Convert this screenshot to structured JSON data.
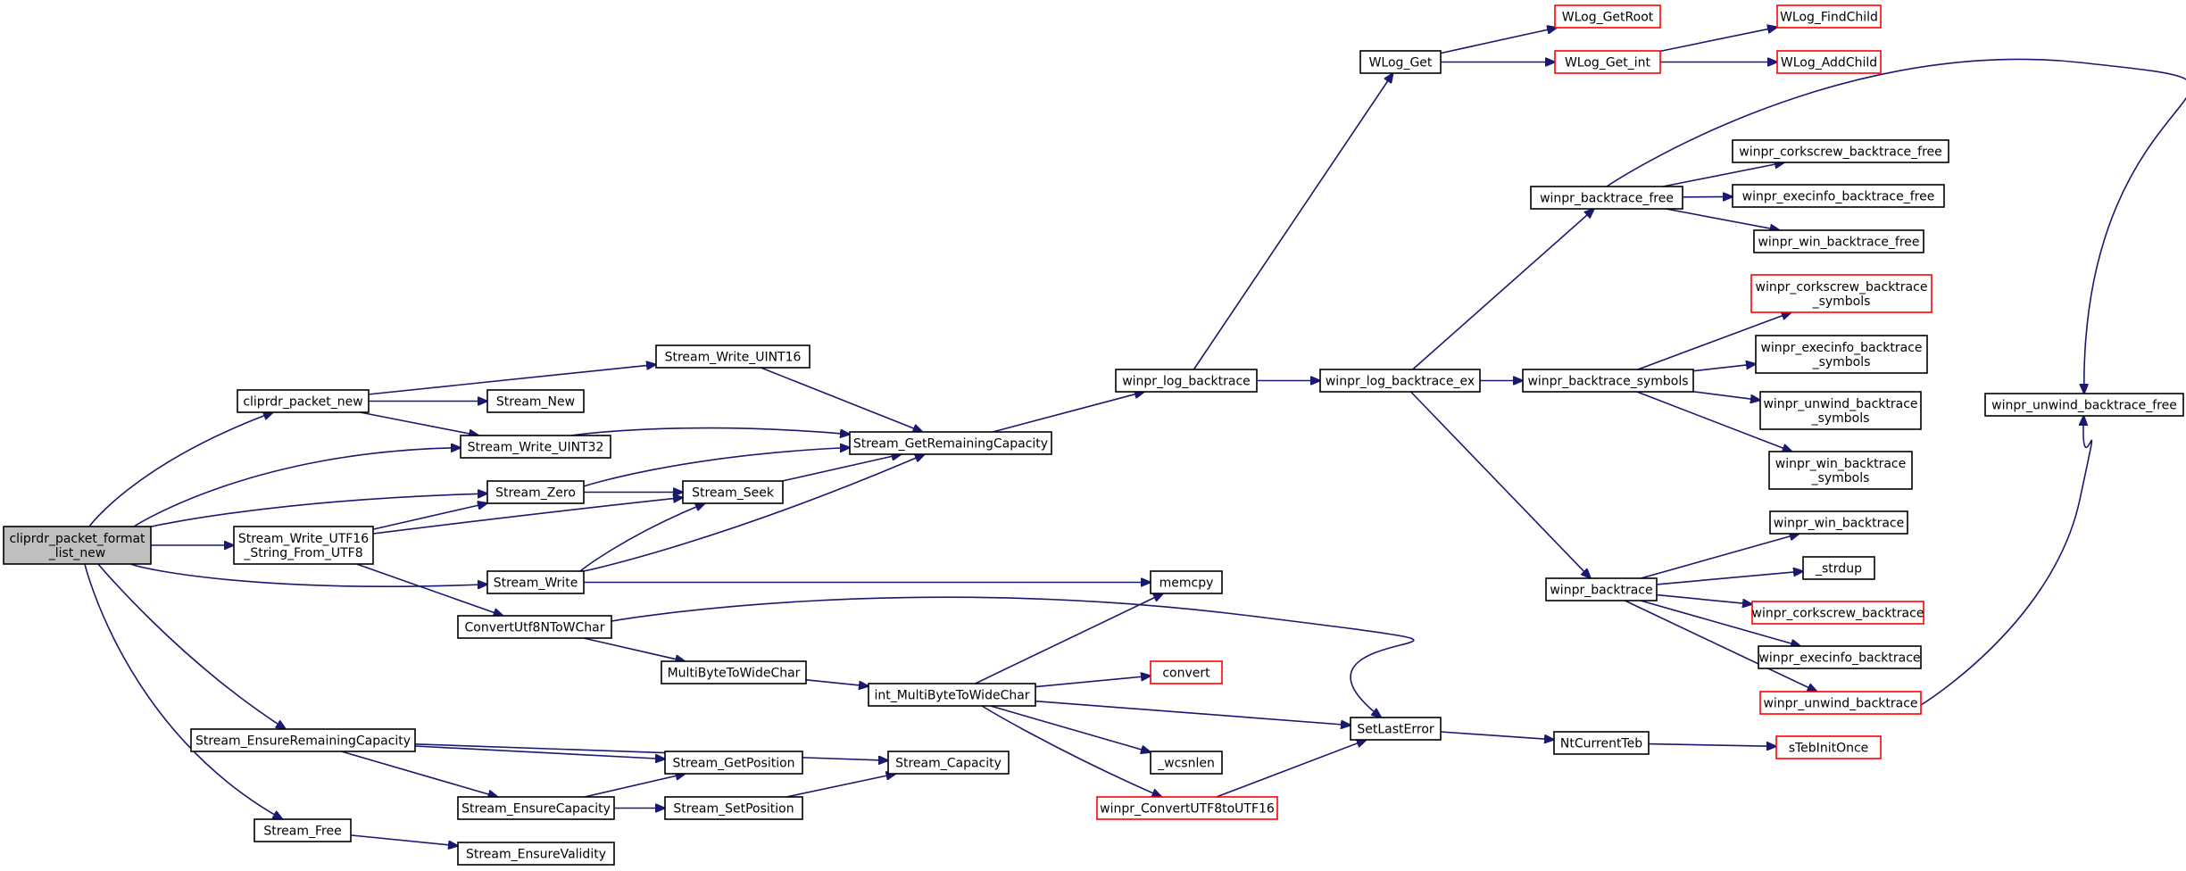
{
  "diagram": {
    "type": "call-graph",
    "colors": {
      "edge": "#191970",
      "node_border_normal": "#000000",
      "node_border_truncated": "#ff0000",
      "root_fill": "#bfbfbf",
      "node_fill": "#ffffff"
    },
    "nodes": [
      {
        "id": "root",
        "lines": [
          "cliprdr_packet_format",
          "_list_new"
        ],
        "kind": "root"
      },
      {
        "id": "cliprdr_packet_new",
        "lines": [
          "cliprdr_packet_new"
        ],
        "kind": "normal"
      },
      {
        "id": "Stream_Write_UINT16",
        "lines": [
          "Stream_Write_UINT16"
        ],
        "kind": "normal"
      },
      {
        "id": "Stream_New",
        "lines": [
          "Stream_New"
        ],
        "kind": "normal"
      },
      {
        "id": "Stream_Write_UINT32",
        "lines": [
          "Stream_Write_UINT32"
        ],
        "kind": "normal"
      },
      {
        "id": "Stream_GetRemainingCapacity",
        "lines": [
          "Stream_GetRemainingCapacity"
        ],
        "kind": "normal"
      },
      {
        "id": "Stream_Zero",
        "lines": [
          "Stream_Zero"
        ],
        "kind": "normal"
      },
      {
        "id": "Stream_Seek",
        "lines": [
          "Stream_Seek"
        ],
        "kind": "normal"
      },
      {
        "id": "Stream_Write_UTF16",
        "lines": [
          "Stream_Write_UTF16",
          "_String_From_UTF8"
        ],
        "kind": "normal"
      },
      {
        "id": "Stream_Write",
        "lines": [
          "Stream_Write"
        ],
        "kind": "normal"
      },
      {
        "id": "memcpy",
        "lines": [
          "memcpy"
        ],
        "kind": "normal"
      },
      {
        "id": "ConvertUtf8NToWChar",
        "lines": [
          "ConvertUtf8NToWChar"
        ],
        "kind": "normal"
      },
      {
        "id": "MultiByteToWideChar",
        "lines": [
          "MultiByteToWideChar"
        ],
        "kind": "normal"
      },
      {
        "id": "int_MultiByteToWideChar",
        "lines": [
          "int_MultiByteToWideChar"
        ],
        "kind": "normal"
      },
      {
        "id": "convert",
        "lines": [
          "convert"
        ],
        "kind": "truncated"
      },
      {
        "id": "_wcsnlen",
        "lines": [
          "_wcsnlen"
        ],
        "kind": "normal"
      },
      {
        "id": "winpr_ConvertUTF8toUTF16",
        "lines": [
          "winpr_ConvertUTF8toUTF16"
        ],
        "kind": "truncated"
      },
      {
        "id": "SetLastError",
        "lines": [
          "SetLastError"
        ],
        "kind": "normal"
      },
      {
        "id": "NtCurrentTeb",
        "lines": [
          "NtCurrentTeb"
        ],
        "kind": "normal"
      },
      {
        "id": "sTebInitOnce",
        "lines": [
          "sTebInitOnce"
        ],
        "kind": "truncated"
      },
      {
        "id": "Stream_EnsureRemainingCapacity",
        "lines": [
          "Stream_EnsureRemainingCapacity"
        ],
        "kind": "normal"
      },
      {
        "id": "Stream_GetPosition",
        "lines": [
          "Stream_GetPosition"
        ],
        "kind": "normal"
      },
      {
        "id": "Stream_Capacity",
        "lines": [
          "Stream_Capacity"
        ],
        "kind": "normal"
      },
      {
        "id": "Stream_EnsureCapacity",
        "lines": [
          "Stream_EnsureCapacity"
        ],
        "kind": "normal"
      },
      {
        "id": "Stream_SetPosition",
        "lines": [
          "Stream_SetPosition"
        ],
        "kind": "normal"
      },
      {
        "id": "Stream_Free",
        "lines": [
          "Stream_Free"
        ],
        "kind": "normal"
      },
      {
        "id": "Stream_EnsureValidity",
        "lines": [
          "Stream_EnsureValidity"
        ],
        "kind": "normal"
      },
      {
        "id": "winpr_log_backtrace",
        "lines": [
          "winpr_log_backtrace"
        ],
        "kind": "normal"
      },
      {
        "id": "WLog_Get",
        "lines": [
          "WLog_Get"
        ],
        "kind": "normal"
      },
      {
        "id": "WLog_GetRoot",
        "lines": [
          "WLog_GetRoot"
        ],
        "kind": "truncated"
      },
      {
        "id": "WLog_Get_int",
        "lines": [
          "WLog_Get_int"
        ],
        "kind": "truncated"
      },
      {
        "id": "WLog_FindChild",
        "lines": [
          "WLog_FindChild"
        ],
        "kind": "truncated"
      },
      {
        "id": "WLog_AddChild",
        "lines": [
          "WLog_AddChild"
        ],
        "kind": "truncated"
      },
      {
        "id": "winpr_log_backtrace_ex",
        "lines": [
          "winpr_log_backtrace_ex"
        ],
        "kind": "normal"
      },
      {
        "id": "winpr_backtrace_free",
        "lines": [
          "winpr_backtrace_free"
        ],
        "kind": "normal"
      },
      {
        "id": "winpr_corkscrew_backtrace_free",
        "lines": [
          "winpr_corkscrew_backtrace_free"
        ],
        "kind": "normal"
      },
      {
        "id": "winpr_execinfo_backtrace_free",
        "lines": [
          "winpr_execinfo_backtrace_free"
        ],
        "kind": "normal"
      },
      {
        "id": "winpr_win_backtrace_free",
        "lines": [
          "winpr_win_backtrace_free"
        ],
        "kind": "normal"
      },
      {
        "id": "winpr_unwind_backtrace_free",
        "lines": [
          "winpr_unwind_backtrace_free"
        ],
        "kind": "normal"
      },
      {
        "id": "winpr_backtrace_symbols",
        "lines": [
          "winpr_backtrace_symbols"
        ],
        "kind": "normal"
      },
      {
        "id": "winpr_corkscrew_backtrace_symbols",
        "lines": [
          "winpr_corkscrew_backtrace",
          "_symbols"
        ],
        "kind": "truncated"
      },
      {
        "id": "winpr_execinfo_backtrace_symbols",
        "lines": [
          "winpr_execinfo_backtrace",
          "_symbols"
        ],
        "kind": "normal"
      },
      {
        "id": "winpr_unwind_backtrace_symbols",
        "lines": [
          "winpr_unwind_backtrace",
          "_symbols"
        ],
        "kind": "normal"
      },
      {
        "id": "winpr_win_backtrace_symbols",
        "lines": [
          "winpr_win_backtrace",
          "_symbols"
        ],
        "kind": "normal"
      },
      {
        "id": "winpr_backtrace",
        "lines": [
          "winpr_backtrace"
        ],
        "kind": "normal"
      },
      {
        "id": "winpr_win_backtrace",
        "lines": [
          "winpr_win_backtrace"
        ],
        "kind": "normal"
      },
      {
        "id": "_strdup",
        "lines": [
          "_strdup"
        ],
        "kind": "normal"
      },
      {
        "id": "winpr_corkscrew_backtrace",
        "lines": [
          "winpr_corkscrew_backtrace"
        ],
        "kind": "truncated"
      },
      {
        "id": "winpr_execinfo_backtrace",
        "lines": [
          "winpr_execinfo_backtrace"
        ],
        "kind": "normal"
      },
      {
        "id": "winpr_unwind_backtrace",
        "lines": [
          "winpr_unwind_backtrace"
        ],
        "kind": "truncated"
      }
    ],
    "edges": [
      [
        "root",
        "cliprdr_packet_new"
      ],
      [
        "root",
        "Stream_Write_UINT32"
      ],
      [
        "root",
        "Stream_Zero"
      ],
      [
        "root",
        "Stream_Write_UTF16"
      ],
      [
        "root",
        "Stream_Write"
      ],
      [
        "root",
        "Stream_EnsureRemainingCapacity"
      ],
      [
        "root",
        "Stream_Free"
      ],
      [
        "cliprdr_packet_new",
        "Stream_Write_UINT16"
      ],
      [
        "cliprdr_packet_new",
        "Stream_New"
      ],
      [
        "cliprdr_packet_new",
        "Stream_Write_UINT32"
      ],
      [
        "Stream_Write_UINT16",
        "Stream_GetRemainingCapacity"
      ],
      [
        "Stream_Write_UINT32",
        "Stream_GetRemainingCapacity"
      ],
      [
        "Stream_Zero",
        "Stream_GetRemainingCapacity"
      ],
      [
        "Stream_Zero",
        "Stream_Seek"
      ],
      [
        "Stream_Seek",
        "Stream_GetRemainingCapacity"
      ],
      [
        "Stream_Write_UTF16",
        "Stream_Zero"
      ],
      [
        "Stream_Write_UTF16",
        "Stream_Seek"
      ],
      [
        "Stream_Write_UTF16",
        "ConvertUtf8NToWChar"
      ],
      [
        "Stream_Write",
        "Stream_Seek"
      ],
      [
        "Stream_Write",
        "Stream_GetRemainingCapacity"
      ],
      [
        "Stream_Write",
        "memcpy"
      ],
      [
        "ConvertUtf8NToWChar",
        "MultiByteToWideChar"
      ],
      [
        "ConvertUtf8NToWChar",
        "SetLastError"
      ],
      [
        "MultiByteToWideChar",
        "int_MultiByteToWideChar"
      ],
      [
        "int_MultiByteToWideChar",
        "memcpy"
      ],
      [
        "int_MultiByteToWideChar",
        "convert"
      ],
      [
        "int_MultiByteToWideChar",
        "SetLastError"
      ],
      [
        "int_MultiByteToWideChar",
        "_wcsnlen"
      ],
      [
        "int_MultiByteToWideChar",
        "winpr_ConvertUTF8toUTF16"
      ],
      [
        "winpr_ConvertUTF8toUTF16",
        "SetLastError"
      ],
      [
        "SetLastError",
        "NtCurrentTeb"
      ],
      [
        "NtCurrentTeb",
        "sTebInitOnce"
      ],
      [
        "Stream_EnsureRemainingCapacity",
        "Stream_GetPosition"
      ],
      [
        "Stream_EnsureRemainingCapacity",
        "Stream_Capacity"
      ],
      [
        "Stream_EnsureRemainingCapacity",
        "Stream_EnsureCapacity"
      ],
      [
        "Stream_EnsureCapacity",
        "Stream_GetPosition"
      ],
      [
        "Stream_EnsureCapacity",
        "Stream_SetPosition"
      ],
      [
        "Stream_SetPosition",
        "Stream_Capacity"
      ],
      [
        "Stream_Free",
        "Stream_EnsureValidity"
      ],
      [
        "Stream_GetRemainingCapacity",
        "winpr_log_backtrace"
      ],
      [
        "winpr_log_backtrace",
        "WLog_Get"
      ],
      [
        "winpr_log_backtrace",
        "winpr_log_backtrace_ex"
      ],
      [
        "WLog_Get",
        "WLog_GetRoot"
      ],
      [
        "WLog_Get",
        "WLog_Get_int"
      ],
      [
        "WLog_Get_int",
        "WLog_FindChild"
      ],
      [
        "WLog_Get_int",
        "WLog_AddChild"
      ],
      [
        "winpr_log_backtrace_ex",
        "winpr_backtrace_free"
      ],
      [
        "winpr_log_backtrace_ex",
        "winpr_backtrace_symbols"
      ],
      [
        "winpr_log_backtrace_ex",
        "winpr_backtrace"
      ],
      [
        "winpr_backtrace_free",
        "winpr_corkscrew_backtrace_free"
      ],
      [
        "winpr_backtrace_free",
        "winpr_execinfo_backtrace_free"
      ],
      [
        "winpr_backtrace_free",
        "winpr_win_backtrace_free"
      ],
      [
        "winpr_backtrace_free",
        "winpr_unwind_backtrace_free"
      ],
      [
        "winpr_backtrace_symbols",
        "winpr_corkscrew_backtrace_symbols"
      ],
      [
        "winpr_backtrace_symbols",
        "winpr_execinfo_backtrace_symbols"
      ],
      [
        "winpr_backtrace_symbols",
        "winpr_unwind_backtrace_symbols"
      ],
      [
        "winpr_backtrace_symbols",
        "winpr_win_backtrace_symbols"
      ],
      [
        "winpr_backtrace",
        "winpr_win_backtrace"
      ],
      [
        "winpr_backtrace",
        "_strdup"
      ],
      [
        "winpr_backtrace",
        "winpr_corkscrew_backtrace"
      ],
      [
        "winpr_backtrace",
        "winpr_execinfo_backtrace"
      ],
      [
        "winpr_backtrace",
        "winpr_unwind_backtrace"
      ],
      [
        "winpr_unwind_backtrace",
        "winpr_unwind_backtrace_free"
      ]
    ]
  }
}
